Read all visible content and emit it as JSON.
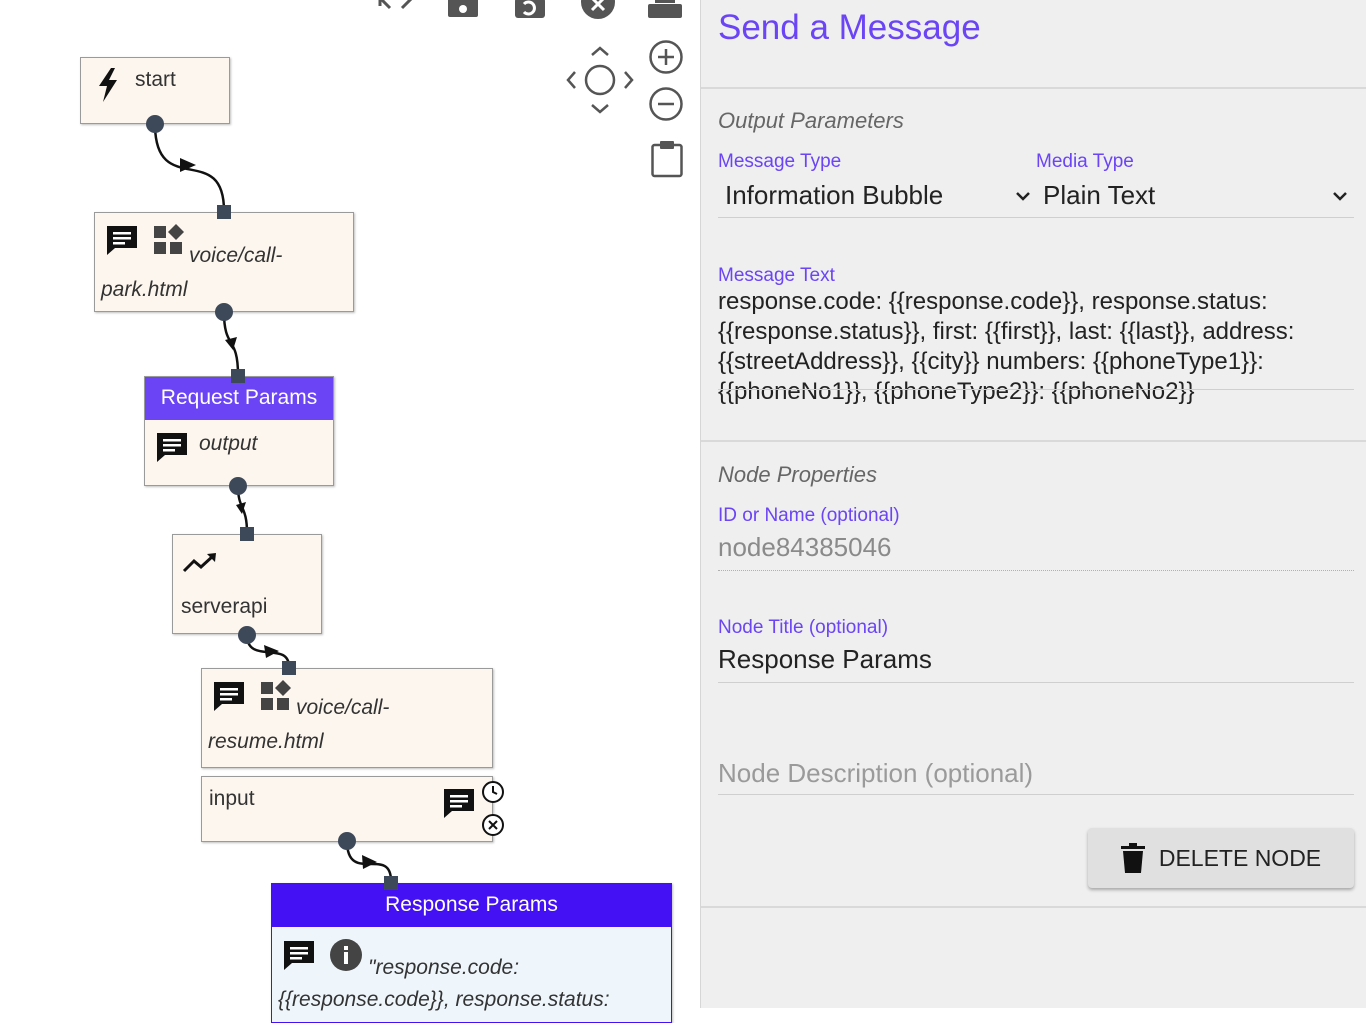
{
  "canvas": {
    "nodes": {
      "start": {
        "label": "start"
      },
      "park": {
        "path": "voice/call-park.html"
      },
      "request_params": {
        "title": "Request Params",
        "body": "output"
      },
      "serverapi": {
        "label": "serverapi"
      },
      "resume": {
        "path": "voice/call-resume.html"
      },
      "input": {
        "label": "input"
      },
      "response_params": {
        "title": "Response Params",
        "body_line1": "\"response.code:",
        "body_line2": "{{response.code}}, response.status:"
      }
    },
    "toolbar_icons": [
      "fit-icon",
      "save-icon",
      "undo-icon",
      "close-circle-icon",
      "print-icon",
      "pan-icon",
      "zoom-in-icon",
      "zoom-out-icon",
      "clipboard-icon"
    ]
  },
  "panel": {
    "title": "Send a Message",
    "output_params": {
      "section_title": "Output Parameters",
      "message_type_label": "Message Type",
      "message_type_value": "Information Bubble",
      "media_type_label": "Media Type",
      "media_type_value": "Plain Text",
      "message_text_label": "Message Text",
      "message_text": "response.code: {{response.code}}, response.status: {{response.status}}, first: {{first}}, last: {{last}}, address: {{streetAddress}}, {{city}} numbers: {{phoneType1}}: {{phoneNo1}}, {{phoneType2}}: {{phoneNo2}}"
    },
    "node_props": {
      "section_title": "Node Properties",
      "id_label": "ID or Name (optional)",
      "id_value": "node84385046",
      "title_label": "Node Title (optional)",
      "title_value": "Response Params",
      "description_placeholder": "Node Description (optional)"
    },
    "delete_label": "DELETE NODE"
  },
  "colors": {
    "accent": "#6a44f5",
    "response_header": "#4411f5",
    "node_bg": "#fdf6ee",
    "port": "#3d4858"
  }
}
